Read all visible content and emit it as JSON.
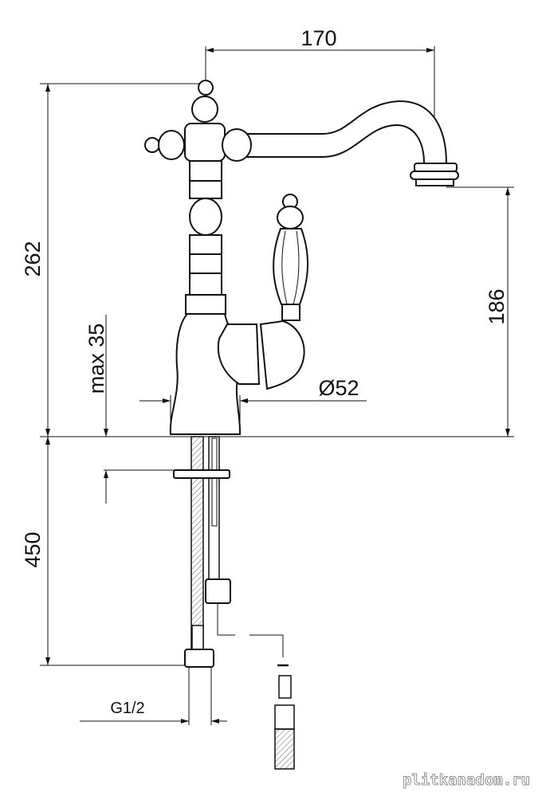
{
  "title": "Faucet technical drawing",
  "dimensions": {
    "spout_reach": "170",
    "total_height": "262",
    "spout_height": "186",
    "max_counter_thickness": "max 35",
    "base_diameter": "Ø52",
    "hose_length": "450",
    "connection_thread": "G1/2"
  },
  "watermark": "plitkanadom.ru"
}
